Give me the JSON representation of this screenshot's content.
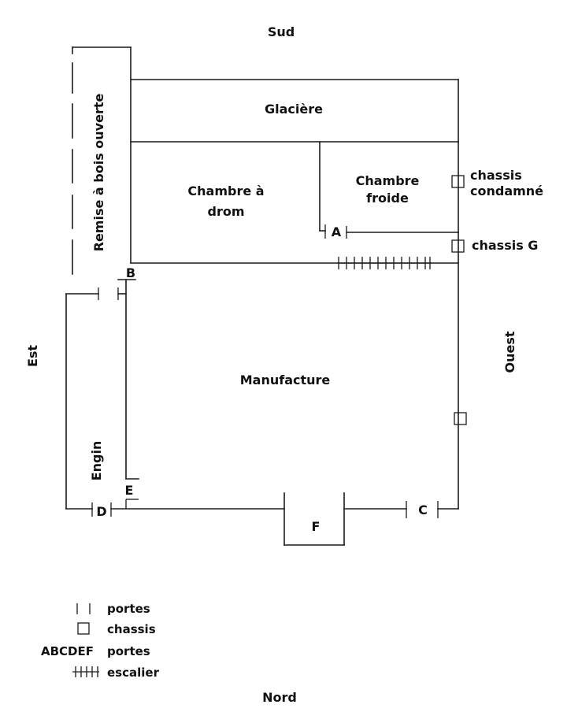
{
  "compass": {
    "south": "Sud",
    "north": "Nord",
    "east": "Est",
    "west": "Ouest"
  },
  "rooms": {
    "remise": "Remise à bois ouverte",
    "glaciere": "Glacière",
    "chambre_drom": [
      "Chambre à",
      "drom"
    ],
    "chambre_froide": [
      "Chambre",
      "froide"
    ],
    "manufacture": "Manufacture",
    "engin": "Engin"
  },
  "doors": {
    "A": "A",
    "B": "B",
    "C": "C",
    "D": "D",
    "E": "E",
    "F": "F"
  },
  "windows": {
    "condamne": [
      "chassis",
      "condamné"
    ],
    "g": "chassis G"
  },
  "legend": [
    {
      "symbol": "door",
      "label": "portes"
    },
    {
      "symbol": "window",
      "label": "chassis"
    },
    {
      "symbol": "ABCDEF",
      "label": "portes"
    },
    {
      "symbol": "stairs",
      "label": "escalier"
    }
  ]
}
